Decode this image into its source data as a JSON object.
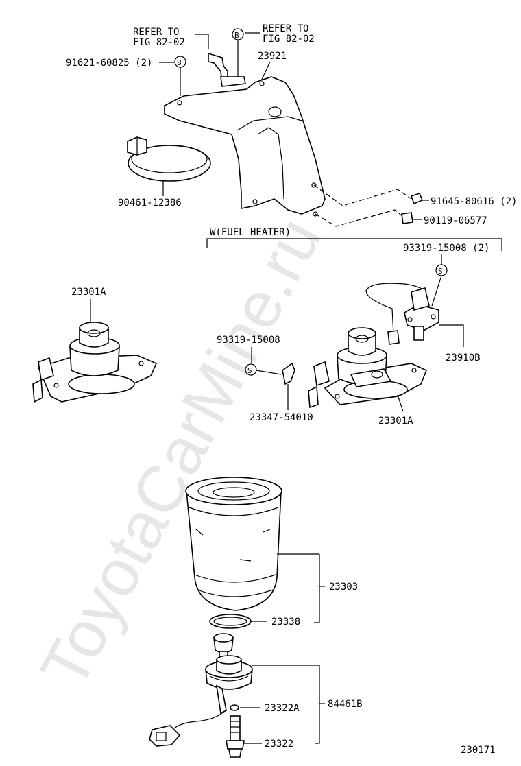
{
  "watermark": "ToyotaCarMine.ru",
  "diagram_id": "230171",
  "section_label": "W(FUEL HEATER)",
  "refs": {
    "refer_left_1": "REFER TO",
    "refer_left_2": "FIG 82-02",
    "refer_right_1": "REFER TO",
    "refer_right_2": "FIG 82-02"
  },
  "symbols": {
    "b": "B",
    "s": "S"
  },
  "parts": {
    "p91621": "91621-60825 (2)",
    "p23921": "23921",
    "p90461": "90461-12386",
    "p91645": "91645-80616 (2)",
    "p90119": "90119-06577",
    "p93319_2": "93319-15008 (2)",
    "p23301a_left": "23301A",
    "p93319": "93319-15008",
    "p23910b": "23910B",
    "p23347": "23347-54010",
    "p23301a_right": "23301A",
    "p23303": "23303",
    "p23338": "23338",
    "p84461b": "84461B",
    "p23322a": "23322A",
    "p23322": "23322"
  }
}
